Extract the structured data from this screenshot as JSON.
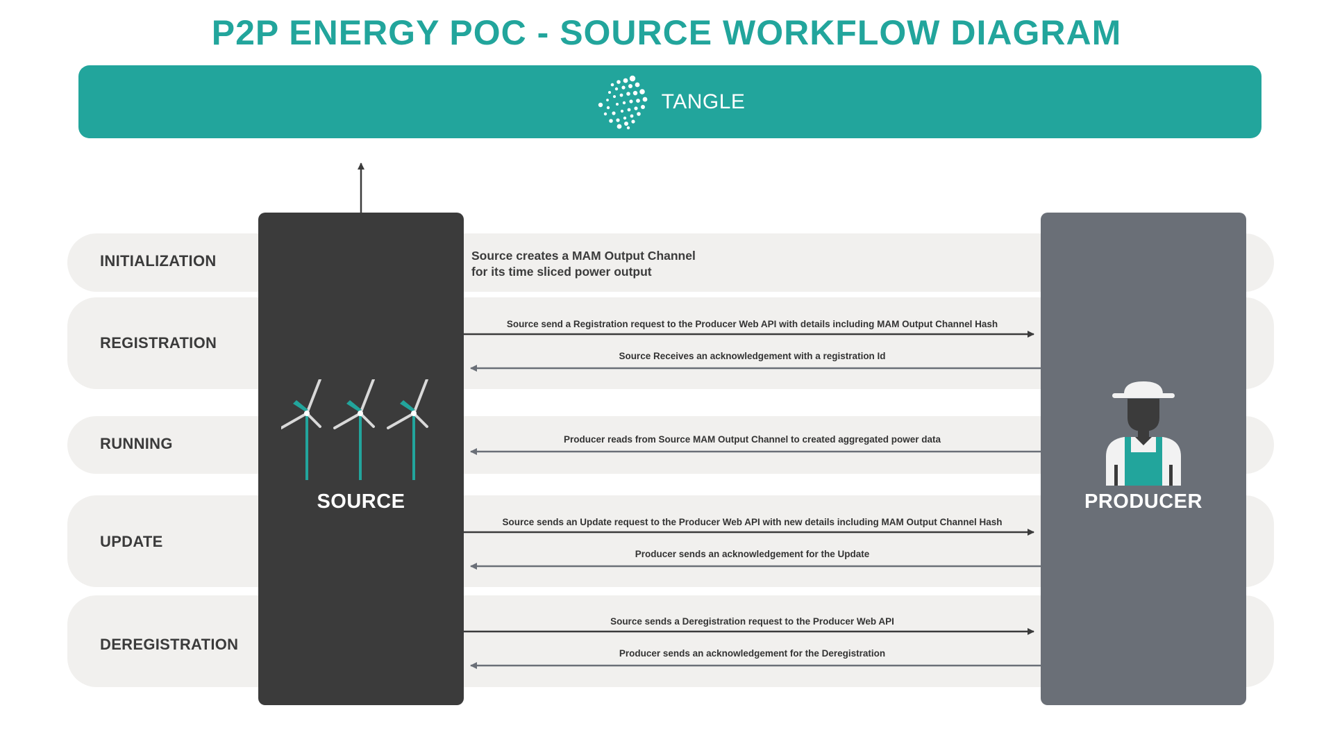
{
  "title": "P2P ENERGY POC - SOURCE WORKFLOW DIAGRAM",
  "tangle": {
    "label": "TANGLE",
    "icon": "iota-logo"
  },
  "phases": {
    "initialization": "INITIALIZATION",
    "registration": "REGISTRATION",
    "running": "RUNNING",
    "update": "UPDATE",
    "deregistration": "DEREGISTRATION"
  },
  "actors": {
    "source": {
      "label": "SOURCE",
      "icon": "wind-turbines-icon"
    },
    "producer": {
      "label": "PRODUCER",
      "icon": "farmer-icon"
    }
  },
  "messages": {
    "init_line1": "Source creates a MAM Output Channel",
    "init_line2": "for its time sliced power output",
    "reg_request": "Source send a Registration request to the Producer Web API with details including MAM Output Channel Hash",
    "reg_ack": "Source Receives an acknowledgement with a registration Id",
    "running_read": "Producer reads from Source MAM Output Channel to created aggregated power data",
    "update_request": "Source sends an Update request to the Producer Web API with new details including MAM Output Channel Hash",
    "update_ack": "Producer sends an acknowledgement for the Update",
    "dereg_request": "Source sends a Deregistration request to the Producer Web API",
    "dereg_ack": "Producer sends an acknowledgement for the Deregistration"
  },
  "colors": {
    "teal": "#22a59c",
    "source_column": "#3b3b3b",
    "producer_column": "#6a6f77",
    "band": "#f1f0ee"
  }
}
